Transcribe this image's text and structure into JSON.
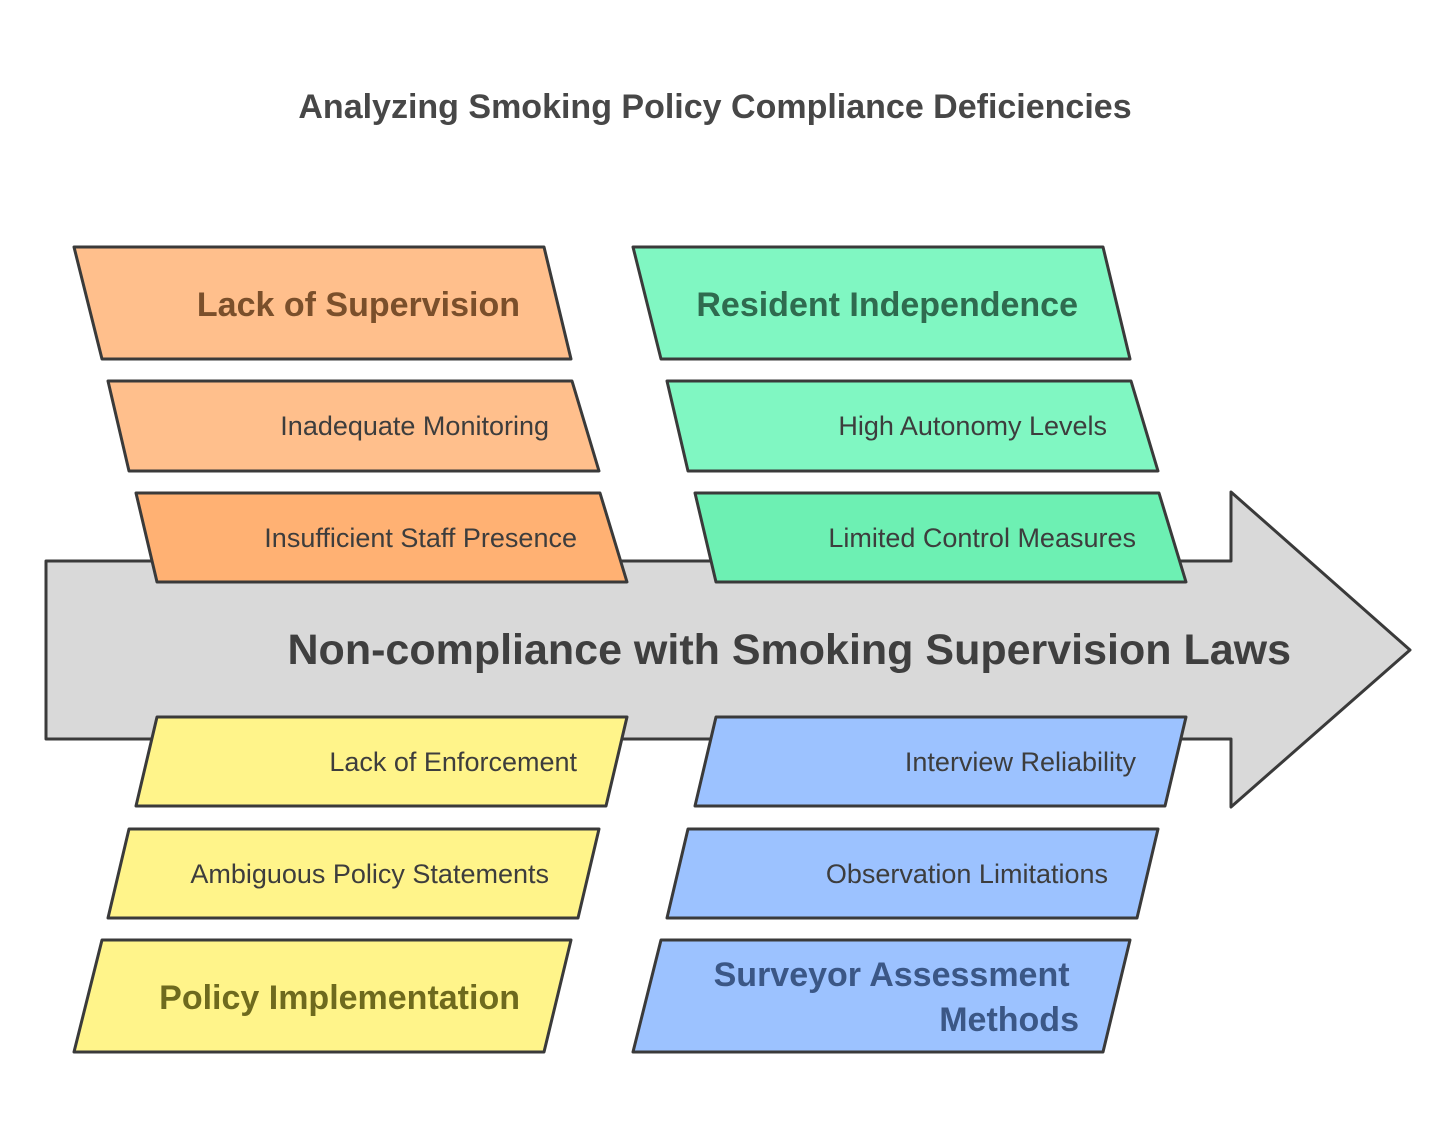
{
  "title": "Analyzing Smoking Policy Compliance Deficiencies",
  "effect": "Non-compliance with Smoking Supervision Laws",
  "colors": {
    "arrow_fill": "#d9d9d9",
    "outline": "#3a3a3a",
    "orange": "#ffbf8c",
    "orange_dark": "#ffb173",
    "green": "#80f7c2",
    "green_dark": "#6df0b3",
    "yellow": "#fff48a",
    "blue": "#9cc2ff",
    "orange_text": "#7a4f2b",
    "green_text": "#2f6b4f",
    "yellow_text": "#6e6a1e",
    "blue_text": "#3b5786",
    "sub_text": "#3d3d3d"
  },
  "categories": [
    {
      "id": "lack-of-supervision",
      "heading": "Lack of Supervision",
      "causes": [
        "Inadequate Monitoring",
        "Insufficient Staff Presence"
      ]
    },
    {
      "id": "resident-independence",
      "heading": "Resident Independence",
      "causes": [
        "High Autonomy Levels",
        "Limited Control Measures"
      ]
    },
    {
      "id": "policy-implementation",
      "heading": "Policy Implementation",
      "causes": [
        "Lack of Enforcement",
        "Ambiguous Policy Statements"
      ]
    },
    {
      "id": "surveyor-assessment-methods",
      "heading": "Surveyor Assessment Methods",
      "heading_lines": [
        "Surveyor Assessment",
        "Methods"
      ],
      "causes": [
        "Interview Reliability",
        "Observation Limitations"
      ]
    }
  ]
}
